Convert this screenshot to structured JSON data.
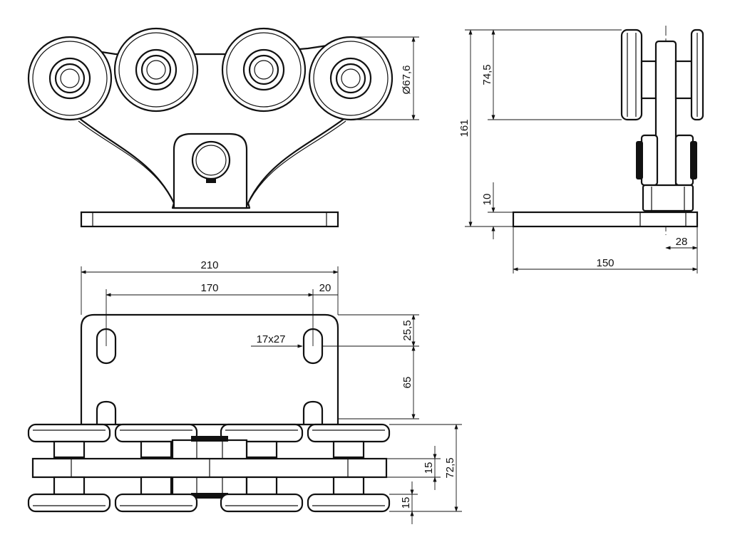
{
  "dimensions": {
    "roller_diameter": "Ø67,6",
    "roller_height": "74,5",
    "total_height": "161",
    "plate_thickness": "10",
    "edge_to_axis": "28",
    "plate_width": "150",
    "plate_length": "210",
    "slot_spacing": "170",
    "slot_edge_offset": "20",
    "slot_size": "17x27",
    "slot_top_offset": "25,5",
    "slot_to_roller": "65",
    "carriage_width": "72,5",
    "side_plate_thickness": "15",
    "roller_thickness": "15"
  }
}
